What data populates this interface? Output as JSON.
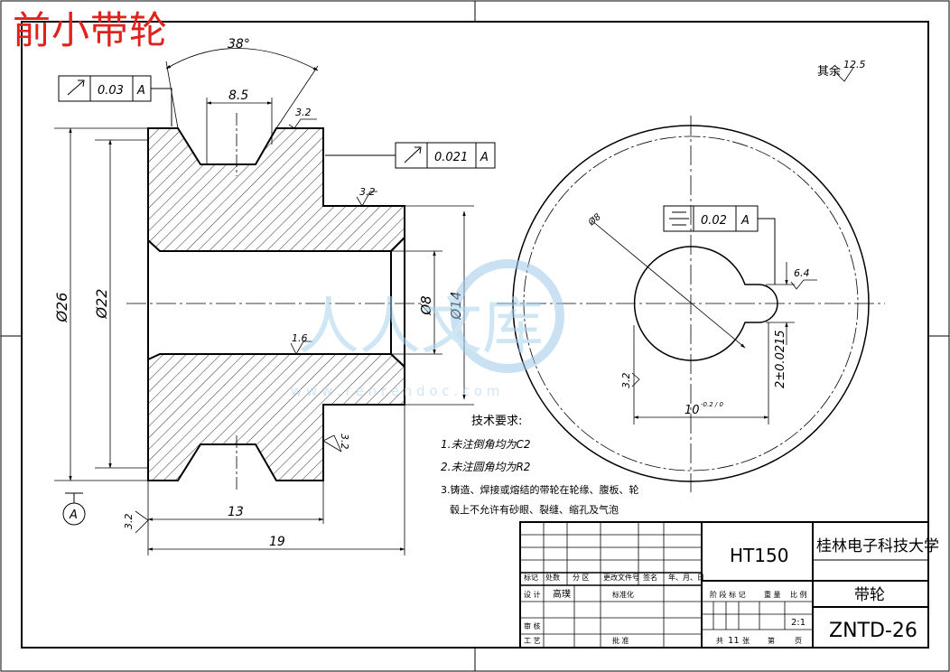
{
  "title": "前小带轮",
  "dimensions": {
    "angle": "38°",
    "groove_width": "8.5",
    "d26": "Ø26",
    "d22": "Ø22",
    "d8": "Ø8",
    "d14": "Ø14",
    "len13": "13",
    "len19": "19",
    "bore": "Ø8",
    "key_width": "2±0.0215",
    "key_depth": "10",
    "key_depth_tol": "-0.2 / 0"
  },
  "roughness": {
    "r1": "3.2",
    "r2": "3.2",
    "r3": "1.6",
    "r4": "3.2",
    "r5": "3.2",
    "r6": "3.2",
    "r7": "6.4",
    "rest_label": "其余",
    "rest_value": "12.5"
  },
  "tolerances": {
    "runout1": {
      "value": "0.03",
      "datum": "A"
    },
    "runout2": {
      "value": "0.021",
      "datum": "A"
    },
    "symmetry": {
      "value": "0.02",
      "datum": "A"
    },
    "datum_label": "A"
  },
  "notes": {
    "heading": "技术要求:",
    "items": [
      "1.未注倒角均为C2",
      "2.未注圆角均为R2",
      "3.铸造、焊接或熔结的带轮在轮缘、腹板、轮",
      "毂上不允许有砂眼、裂缝、缩孔及气泡"
    ]
  },
  "watermark": {
    "text": "人人文库",
    "url": "w w w . r e n r e n d o c . c o m"
  },
  "title_block": {
    "material": "HT150",
    "school": "桂林电子科技大学",
    "part_name": "带轮",
    "drawing_no": "ZNTD-26",
    "scale": "2:1",
    "headers_row": [
      "标记",
      "处数",
      "分 区",
      "更改文件号",
      "签名",
      "年、月、日"
    ],
    "design_label": "设 计",
    "designer": "高璞",
    "standard_label": "标准化",
    "stage_headers": [
      "阶 段 标 记",
      "重 量",
      "比 例"
    ],
    "review_label": "审 核",
    "process_label": "工 艺",
    "approve_label": "批 准",
    "sheets_total_label": "共",
    "sheets_total": "11",
    "sheets_unit": "张",
    "sheet_label": "第",
    "sheet_unit": "页"
  }
}
